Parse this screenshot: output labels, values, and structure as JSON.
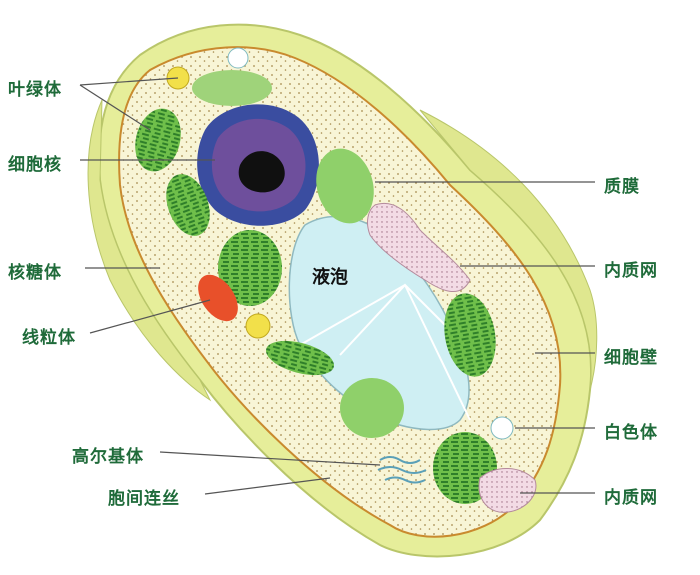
{
  "labels": {
    "chloroplast": "叶绿体",
    "nucleus": "细胞核",
    "ribosome": "核糖体",
    "mitochondrion": "线粒体",
    "golgi": "高尔基体",
    "plasmodesmata": "胞间连丝",
    "cell_membrane": "质膜",
    "er_upper": "内质网",
    "cell_wall": "细胞壁",
    "leucoplast": "白色体",
    "er_lower": "内质网",
    "vacuole": "液泡"
  },
  "colors": {
    "label_text": "#1f6b3a",
    "cell_wall": "#e6ee9a",
    "cytoplasm": "#f8f5d6",
    "chloroplast_fill": "#6fbf4a",
    "chloroplast_grana": "#2f7f2a",
    "nucleus_outer": "#3a4da0",
    "nucleus_inner": "#6e4f9c",
    "nucleolus": "#101010",
    "vacuole": "#cfeff3",
    "mitochondrion": "#e8502a",
    "er": "#f0d8e2",
    "leader_line": "#555555"
  }
}
